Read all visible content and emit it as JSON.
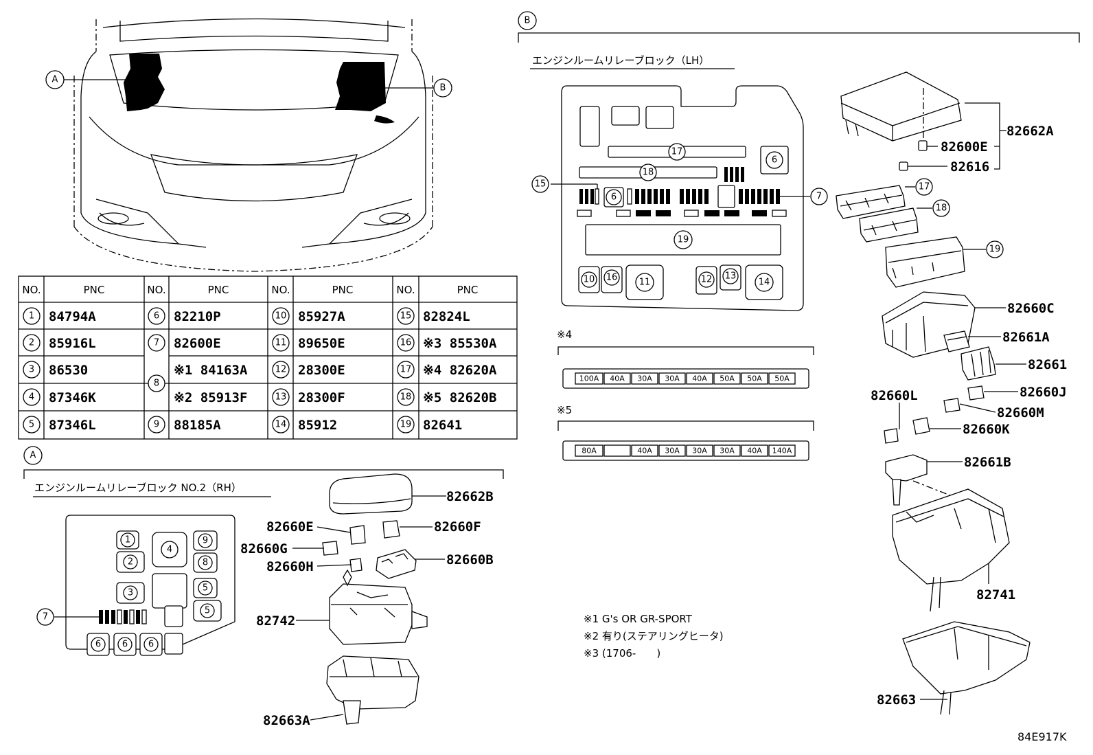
{
  "callouts": {
    "a": "A",
    "b": "B"
  },
  "table": {
    "headers": {
      "no": "NO.",
      "pnc": "PNC"
    },
    "col1": [
      {
        "no": "1",
        "pnc": "84794A"
      },
      {
        "no": "2",
        "pnc": "85916L"
      },
      {
        "no": "3",
        "pnc": "86530"
      },
      {
        "no": "4",
        "pnc": "87346K"
      },
      {
        "no": "5",
        "pnc": "87346L"
      }
    ],
    "col2": [
      {
        "no": "6",
        "pnc": "82210P"
      },
      {
        "no": "7",
        "pnc": "82600E"
      },
      {
        "no": "8",
        "pnc_a": "※1 84163A",
        "pnc_b": "※2 85913F"
      },
      {
        "no": "9",
        "pnc": "88185A"
      }
    ],
    "col3": [
      {
        "no": "10",
        "pnc": "85927A"
      },
      {
        "no": "11",
        "pnc": "89650E"
      },
      {
        "no": "12",
        "pnc": "28300E"
      },
      {
        "no": "13",
        "pnc": "28300F"
      },
      {
        "no": "14",
        "pnc": "85912"
      }
    ],
    "col4": [
      {
        "no": "15",
        "pnc": "82824L"
      },
      {
        "no": "16",
        "pnc": "※3 85530A"
      },
      {
        "no": "17",
        "pnc": "※4 82620A"
      },
      {
        "no": "18",
        "pnc": "※5 82620B"
      },
      {
        "no": "19",
        "pnc": "82641"
      }
    ]
  },
  "section_a": {
    "label": "A",
    "title": "エンジンルームリレーブロック NO.2（RH）",
    "parts": [
      "82662B",
      "82660E",
      "82660F",
      "82660G",
      "82660B",
      "82660H",
      "82742",
      "82663A"
    ],
    "slots": [
      "1",
      "2",
      "3",
      "4",
      "5",
      "5",
      "6",
      "6",
      "6",
      "7",
      "8",
      "9"
    ]
  },
  "section_b": {
    "label": "B",
    "title": "エンジンルームリレーブロック（LH）",
    "slots": [
      "17",
      "18",
      "6",
      "15",
      "6",
      "7",
      "19",
      "10",
      "16",
      "11",
      "12",
      "13",
      "14"
    ],
    "parts": [
      "82662A",
      "82600E",
      "82616",
      "17",
      "18",
      "19",
      "82660C",
      "82661A",
      "82661",
      "82660L",
      "82660J",
      "82660M",
      "82660K",
      "82661B",
      "82741",
      "82663"
    ]
  },
  "fuse4": {
    "label": "※4",
    "amps": [
      "100A",
      "40A",
      "30A",
      "30A",
      "40A",
      "50A",
      "50A",
      "50A"
    ]
  },
  "fuse5": {
    "label": "※5",
    "amps": [
      "80A",
      "",
      "40A",
      "30A",
      "30A",
      "30A",
      "40A",
      "140A"
    ]
  },
  "notes": [
    "※1 G's OR GR-SPORT",
    "※2 有り(ステアリングヒータ)",
    "※3 (1706-　　)"
  ],
  "diagram_id": "84E917K"
}
